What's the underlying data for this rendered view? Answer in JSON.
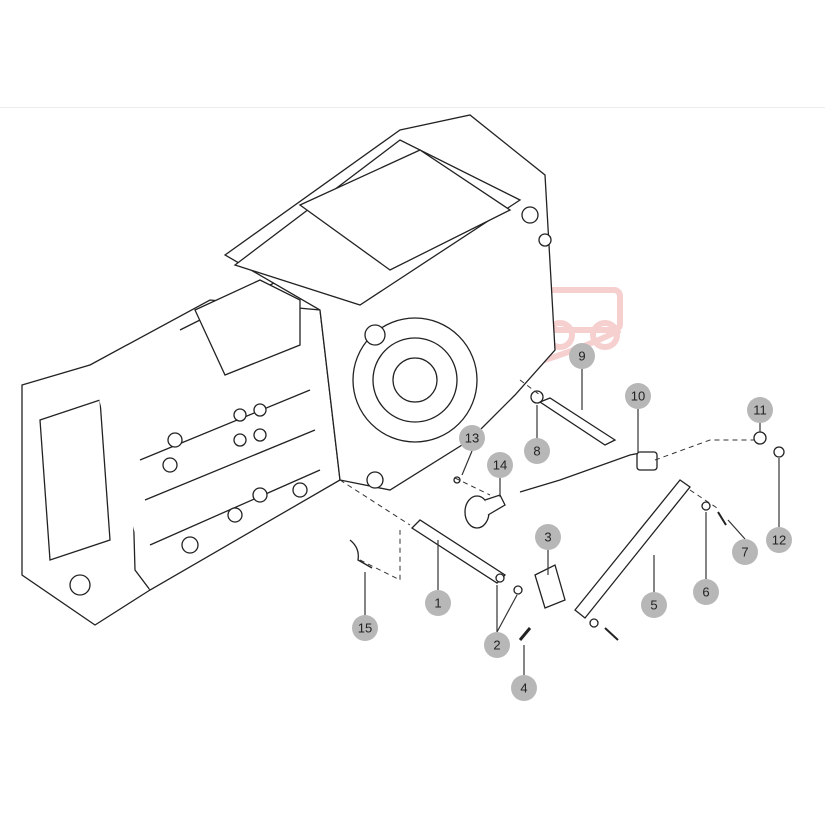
{
  "diagram": {
    "callouts": [
      {
        "id": "1",
        "label": "1"
      },
      {
        "id": "2",
        "label": "2"
      },
      {
        "id": "3",
        "label": "3"
      },
      {
        "id": "4",
        "label": "4"
      },
      {
        "id": "5",
        "label": "5"
      },
      {
        "id": "6",
        "label": "6"
      },
      {
        "id": "7",
        "label": "7"
      },
      {
        "id": "8",
        "label": "8"
      },
      {
        "id": "9",
        "label": "9"
      },
      {
        "id": "10",
        "label": "10"
      },
      {
        "id": "11",
        "label": "11"
      },
      {
        "id": "12",
        "label": "12"
      },
      {
        "id": "13",
        "label": "13"
      },
      {
        "id": "14",
        "label": "14"
      },
      {
        "id": "15",
        "label": "15"
      }
    ],
    "colors": {
      "callout_fill": "#b7b7b7",
      "line": "#222222",
      "watermark": "#f2b8b8"
    }
  }
}
